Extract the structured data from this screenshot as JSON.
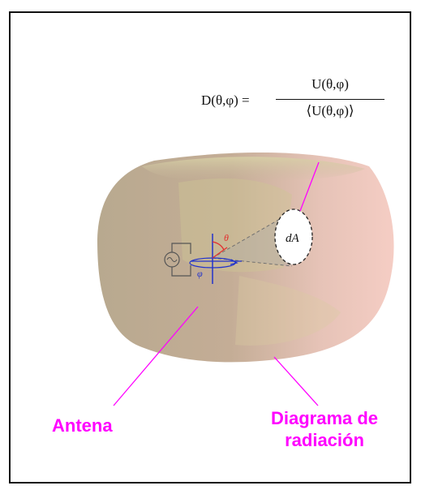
{
  "formula": {
    "lhs": "D(θ,φ) =",
    "numerator": "U(θ,φ)",
    "denominator": "⟨U(θ,φ)⟩"
  },
  "labels": {
    "antenna": "Antena",
    "pattern_line1": "Diagrama de",
    "pattern_line2": "radiación",
    "area_element": "dA",
    "theta": "θ",
    "phi": "φ"
  },
  "colors": {
    "label": "#ff00ff",
    "solid_left": "#b6a98d",
    "solid_right": "#f0c5bd",
    "theta_marker": "#e23030",
    "phi_marker": "#2233cc"
  }
}
